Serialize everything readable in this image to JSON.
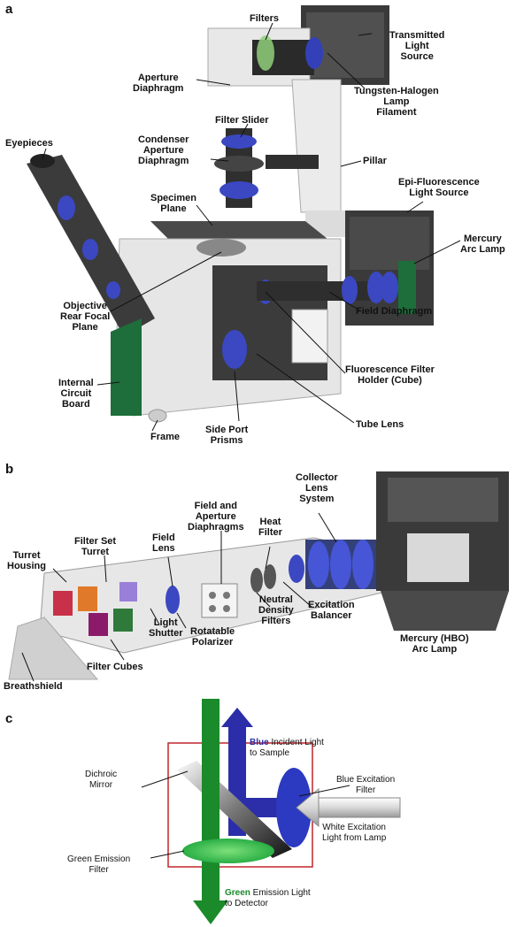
{
  "panels": {
    "a": {
      "letter": "a",
      "labels": {
        "filters": "Filters",
        "transmitted": "Transmitted\nLight\nSource",
        "aperture": "Aperture\nDiaphragm",
        "tungsten": "Tungsten-Halogen\nLamp\nFilament",
        "filter_slider": "Filter Slider",
        "eyepieces": "Eyepieces",
        "condenser": "Condenser\nAperture\nDiaphragm",
        "pillar": "Pillar",
        "epi": "Epi-Fluorescence\nLight Source",
        "specimen": "Specimen\nPlane",
        "mercury": "Mercury\nArc Lamp",
        "objective": "Objective\nRear Focal\nPlane",
        "field_diaphragm": "Field Diaphragm",
        "fluorescence": "Fluorescence Filter\nHolder (Cube)",
        "internal": "Internal\nCircuit\nBoard",
        "tube_lens": "Tube Lens",
        "frame": "Frame",
        "side_port": "Side Port\nPrisms"
      }
    },
    "b": {
      "letter": "b",
      "labels": {
        "field_aperture": "Field and\nAperture\nDiaphragms",
        "collector": "Collector\nLens\nSystem",
        "heat": "Heat\nFilter",
        "field_lens": "Field\nLens",
        "filter_set": "Filter Set\nTurret",
        "turret_housing": "Turret\nHousing",
        "neutral": "Neutral\nDensity\nFilters",
        "excitation_bal": "Excitation\nBalancer",
        "light_shutter": "Light\nShutter",
        "rotatable": "Rotatable\nPolarizer",
        "mercury_hbo": "Mercury (HBO)\nArc Lamp",
        "filter_cubes": "Filter Cubes",
        "breathshield": "Breathshield"
      }
    },
    "c": {
      "letter": "c",
      "labels": {
        "blue_word": "Blue",
        "incident": " Incident Light",
        "to_sample": "to Sample",
        "blue_exc": "Blue Excitation\nFilter",
        "dichroic": "Dichroic\nMirror",
        "white_exc": "White Excitation\nLight from Lamp",
        "green_emission_filter": "Green Emission\nFilter",
        "green_word": "Green",
        "emission_light": " Emission Light",
        "to_detector": "to Detector"
      }
    }
  },
  "colors": {
    "blue": "#2b2ea8",
    "green": "#1a8a2a",
    "frame_red": "#c0272d"
  }
}
